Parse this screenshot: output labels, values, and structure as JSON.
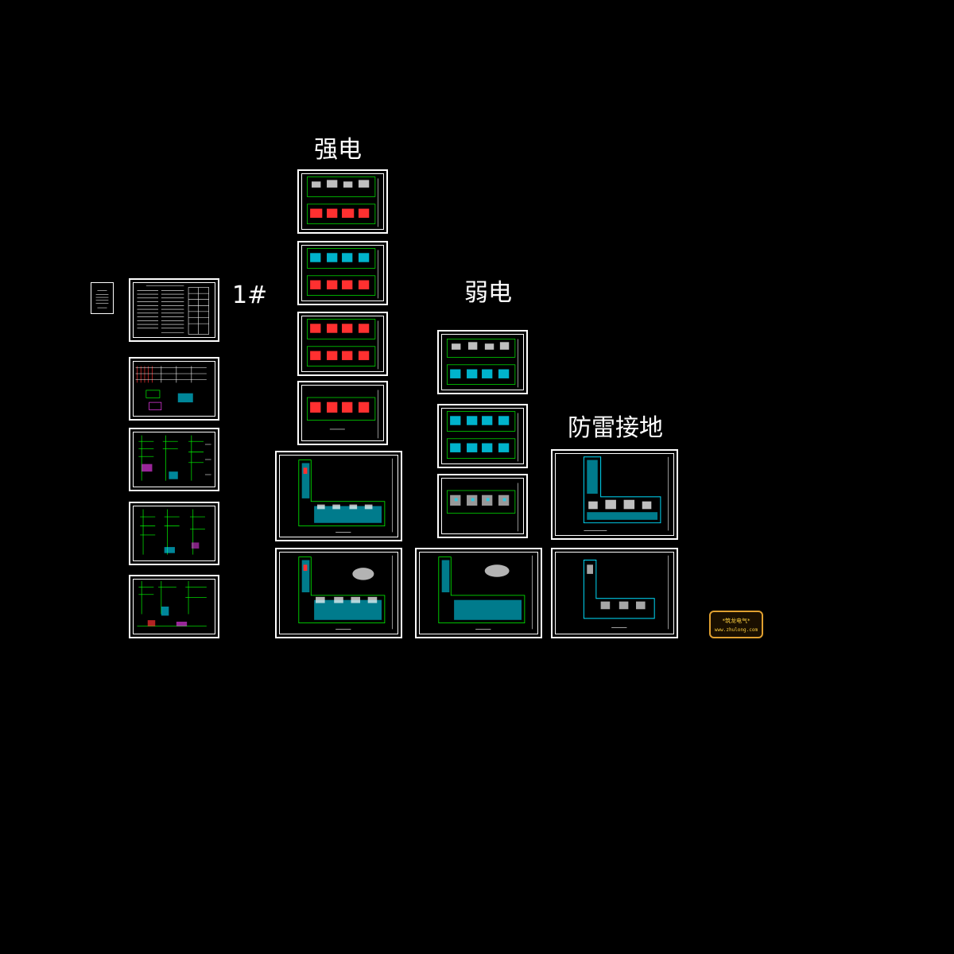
{
  "labels": {
    "building": "1#",
    "strong_current": "强电",
    "weak_current": "弱电",
    "lightning_grounding": "防雷接地"
  },
  "logo": {
    "line1": "*筑龙电气*",
    "line2": "www.zhulong.com"
  },
  "colors": {
    "background": "#000000",
    "frame": "#ffffff",
    "grid": "#00ff00",
    "red": "#ff3030",
    "cyan": "#00e0ff",
    "magenta": "#ff40ff",
    "logo_border": "#e0a030"
  }
}
